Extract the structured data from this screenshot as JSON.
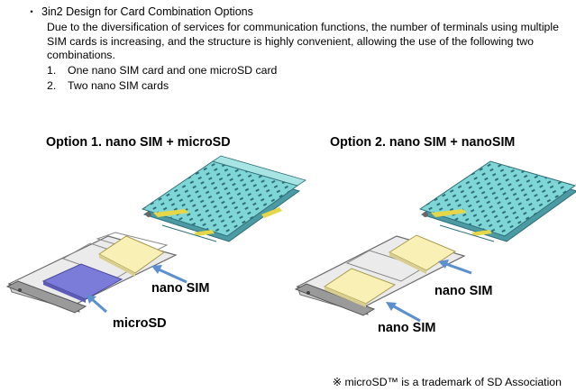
{
  "bullet": {
    "symbol": "・",
    "title": "3in2 Design for Card Combination Options",
    "body": "Due to the diversification of services for communication functions, the number of terminals using multiple SIM cards is increasing, and the structure is highly convenient, allowing the use of the following two combinations.",
    "items": [
      {
        "num": "1.",
        "label": "One nano SIM card and one microSD card"
      },
      {
        "num": "2.",
        "label": "Two nano SIM cards"
      }
    ]
  },
  "options": [
    {
      "title": "Option 1. nano SIM + microSD",
      "callouts": [
        "nano SIM",
        "microSD"
      ]
    },
    {
      "title": "Option 2. nano SIM + nanoSIM",
      "callouts": [
        "nano SIM",
        "nano SIM"
      ]
    }
  ],
  "footnote": "※ microSD™ is a trademark of SD Association",
  "colors": {
    "connector_body": "#7fd6d6",
    "connector_dark": "#2f6f77",
    "contact_yellow": "#e6d64a",
    "nano_sim": "#f8f0b5",
    "microsd": "#7b7bd9",
    "tray": "#ebebeb",
    "tray_edge": "#6a6a6a",
    "arrow": "#5b8fd0"
  }
}
